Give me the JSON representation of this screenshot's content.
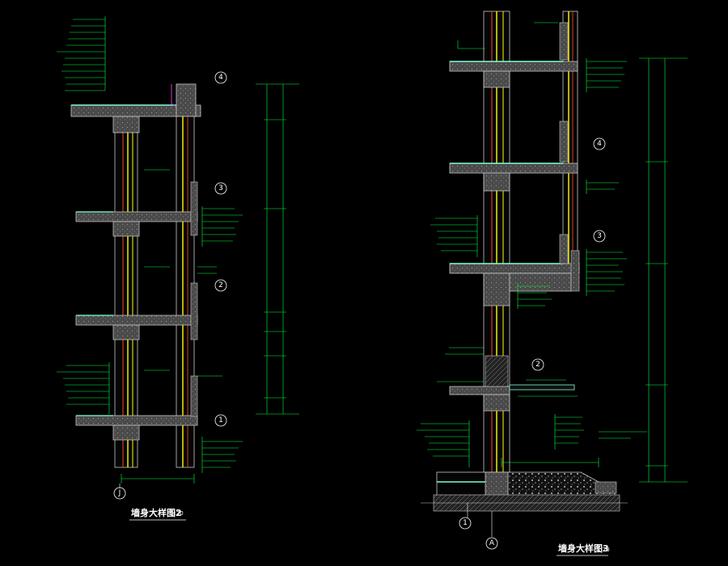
{
  "colors": {
    "background": "#000000",
    "concrete_fill": "#4a4a4a",
    "concrete_edge": "#c8c8c8",
    "wall_line": "#ffff00",
    "insulation": "#d93a2a",
    "leader_green": "#00ff40",
    "dimension": "#00ff40",
    "paving": "#7fffd4",
    "bubble": "#ffffff",
    "waterproof": "#d040d0"
  },
  "drawings": [
    {
      "title": "墙身大样图2",
      "scale": "1:20",
      "axis_label": "J",
      "level_markers": [
        "4",
        "3",
        "2",
        "1"
      ]
    },
    {
      "title": "墙身大样图3",
      "scale": "1:20",
      "axis_label": "A",
      "level_markers": [
        "4",
        "3",
        "2",
        "1"
      ]
    }
  ]
}
